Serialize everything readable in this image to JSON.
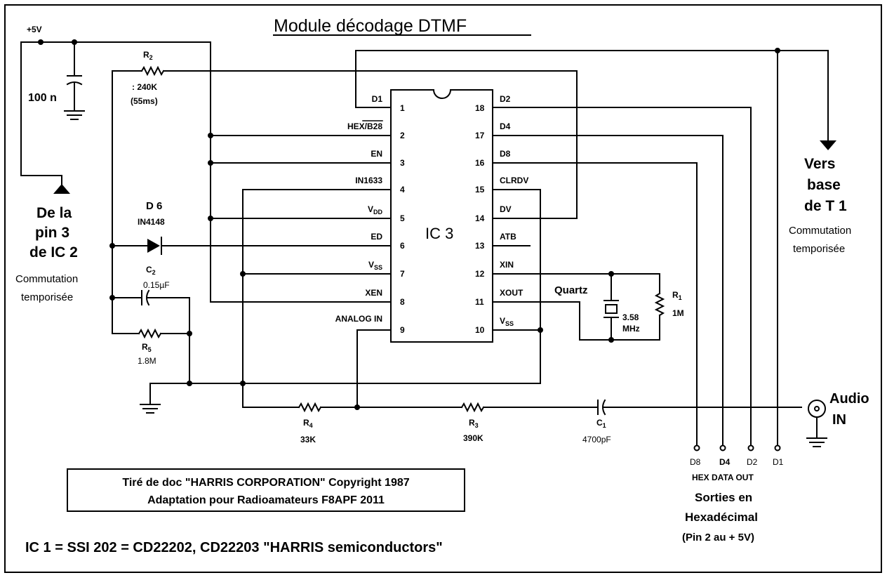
{
  "title": "Module décodage DTMF",
  "ic": {
    "name": "IC 3",
    "left_pins": [
      {
        "num": "1",
        "label": "D1"
      },
      {
        "num": "2",
        "label": "HEX/B28"
      },
      {
        "num": "3",
        "label": "EN"
      },
      {
        "num": "4",
        "label": "IN1633"
      },
      {
        "num": "5",
        "label": "VDD"
      },
      {
        "num": "6",
        "label": "ED"
      },
      {
        "num": "7",
        "label": "VSS"
      },
      {
        "num": "8",
        "label": "XEN"
      },
      {
        "num": "9",
        "label": "ANALOG IN"
      }
    ],
    "right_pins": [
      {
        "num": "18",
        "label": "D2"
      },
      {
        "num": "17",
        "label": "D4"
      },
      {
        "num": "16",
        "label": "D8"
      },
      {
        "num": "15",
        "label": "CLRDV"
      },
      {
        "num": "14",
        "label": "DV"
      },
      {
        "num": "13",
        "label": "ATB"
      },
      {
        "num": "12",
        "label": "XIN"
      },
      {
        "num": "11",
        "label": "XOUT"
      },
      {
        "num": "10",
        "label": "VSS"
      }
    ]
  },
  "components": {
    "supply": "+5V",
    "c100n": "100 n",
    "r2_name": "R",
    "r2_sub": "2",
    "r2_value": ": 240K",
    "r2_note": "(55ms)",
    "d6_name": "D 6",
    "d6_type": "IN4148",
    "c2_name": "C",
    "c2_sub": "2",
    "c2_value": "0.15µF",
    "r5_name": "R",
    "r5_sub": "5",
    "r5_value": "1.8M",
    "r4_name": "R",
    "r4_sub": "4",
    "r4_value": "33K",
    "r3_name": "R",
    "r3_sub": "3",
    "r3_value": "390K",
    "c1_name": "C",
    "c1_sub": "1",
    "c1_value": "4700pF",
    "quartz": "Quartz",
    "quartz_f1": "3.58",
    "quartz_f2": "MHz",
    "r1_name": "R",
    "r1_sub": "1",
    "r1_value": "1M"
  },
  "labels": {
    "from_line1": "De la",
    "from_line2": "pin 3",
    "from_line3": "de IC 2",
    "from_note1": "Commutation",
    "from_note2": "temporisée",
    "to_line1": "Vers",
    "to_line2": "base",
    "to_line3": "de T 1",
    "to_note1": "Commutation",
    "to_note2": "temporisée",
    "audio1": "Audio",
    "audio2": "IN",
    "out_d8": "D8",
    "out_d4": "D4",
    "out_d2": "D2",
    "out_d1": "D1",
    "hex_data_out": "HEX DATA OUT",
    "sorties1": "Sorties en",
    "sorties2": "Hexadécimal",
    "sorties3": "(Pin 2 au + 5V)"
  },
  "credits": {
    "line1": "Tiré de doc \"HARRIS CORPORATION\" Copyright 1987",
    "line2": "Adaptation pour Radioamateurs F8APF 2011"
  },
  "footer": "IC 1 = SSI 202 = CD22202, CD22203 \"HARRIS semiconductors\""
}
